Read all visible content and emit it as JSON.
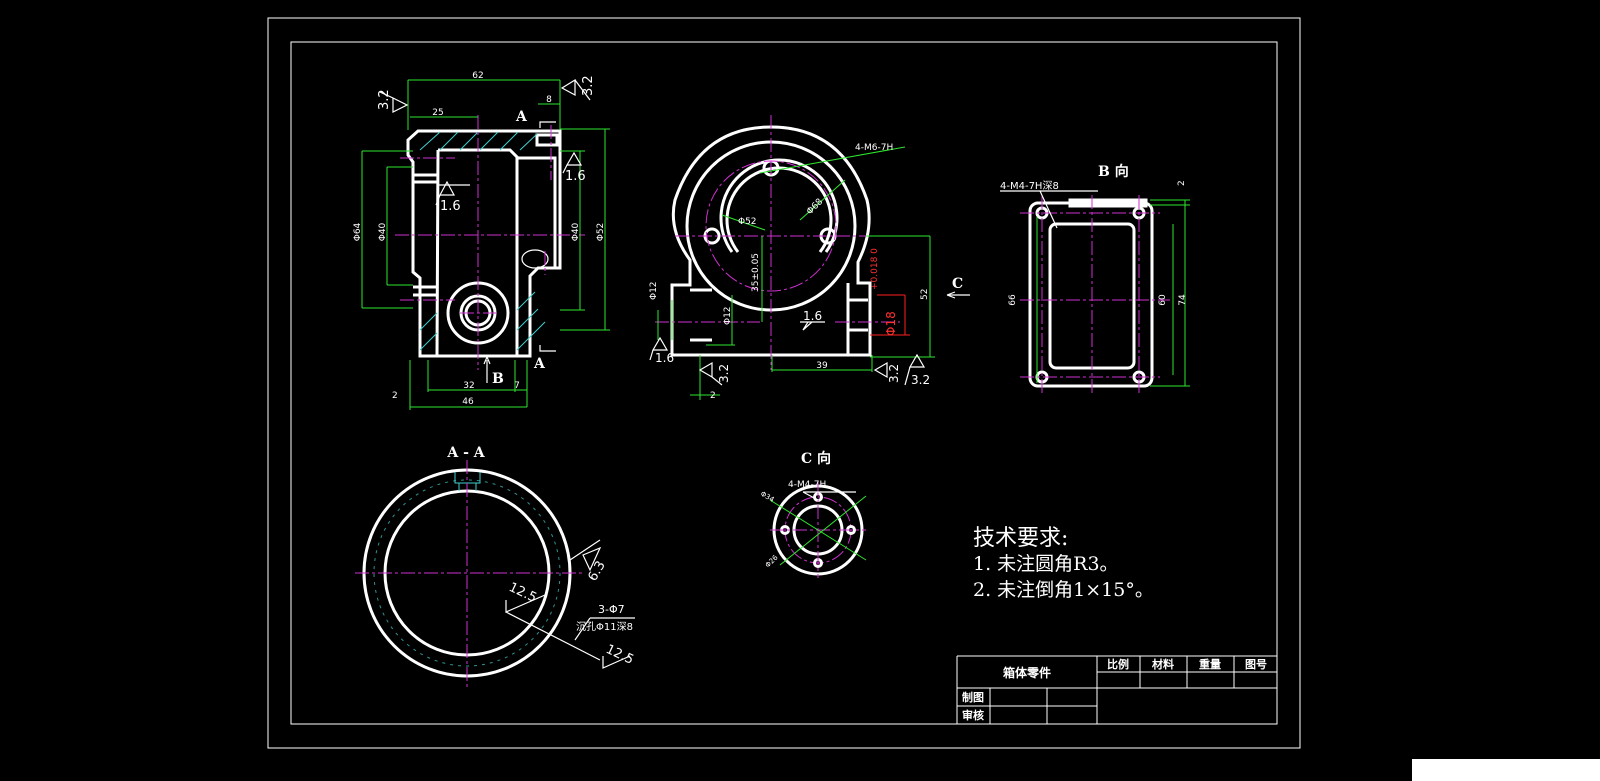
{
  "title_block": {
    "part_name": "箱体零件",
    "headers": [
      "比例",
      "材料",
      "重量",
      "图号"
    ],
    "rows": [
      "制图",
      "审核"
    ]
  },
  "views": {
    "front": {
      "section_label": "A",
      "view_arrow_label": "B",
      "dims": [
        "62",
        "25",
        "8",
        "32",
        "7",
        "46",
        "2",
        "Φ64",
        "Φ40",
        "Φ40",
        "Φ52"
      ],
      "roughness": [
        "3.2",
        "3.2",
        "1.6",
        "1.6"
      ]
    },
    "side": {
      "arrow_label": "C",
      "dims": [
        "4-M6-7H",
        "Φ52",
        "Φ68",
        "35±0.05",
        "Φ12",
        "Φ12",
        "52",
        "39",
        "2"
      ],
      "red_dim": "Φ18",
      "red_tol": "+0.018 0",
      "roughness": [
        "1.6",
        "1.6",
        "3.2",
        "3.2",
        "3.2"
      ]
    },
    "b_view": {
      "title": "B 向",
      "callout": "4-M4-7H深8",
      "dims": [
        "66",
        "60",
        "74",
        "2"
      ]
    },
    "section_aa": {
      "title": "A - A",
      "roughness": [
        "6.3",
        "12.5",
        "12.5"
      ],
      "hole_note_1": "3-Φ7",
      "hole_note_2": "沉孔Φ11深8"
    },
    "c_view": {
      "title": "C 向",
      "callout": "4-M4-7H",
      "dims": [
        "Φ34",
        "Φ26"
      ]
    }
  },
  "notes": {
    "heading": "技术要求:",
    "items": [
      "1.  未注圆角R3。",
      "2.  未注倒角1×15°。"
    ]
  },
  "colors": {
    "background": "#000000",
    "outline": "#ffffff",
    "dimension": "#2ee62e",
    "centerline": "#d030d0",
    "hatch": "#40d0d0",
    "tolerance": "#ff2020"
  }
}
